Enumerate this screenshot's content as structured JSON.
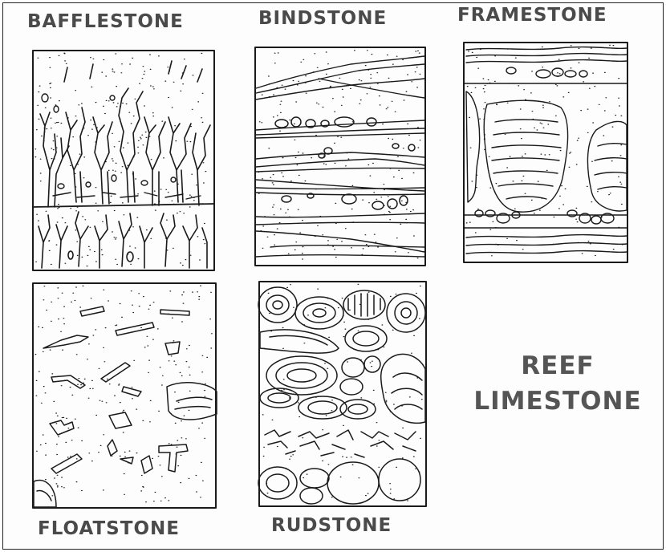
{
  "labels": {
    "bafflestone": "BAFFLESTONE",
    "bindstone": "BINDSTONE",
    "framestone": "FRAMESTONE",
    "floatstone": "FLOATSTONE",
    "rudstone": "RUDSTONE",
    "reef_limestone": "REEF LIMESTONE"
  },
  "colors": {
    "ink": "#1a1a1a",
    "label": "#4a4a4a",
    "background": "#fdfdfd"
  }
}
